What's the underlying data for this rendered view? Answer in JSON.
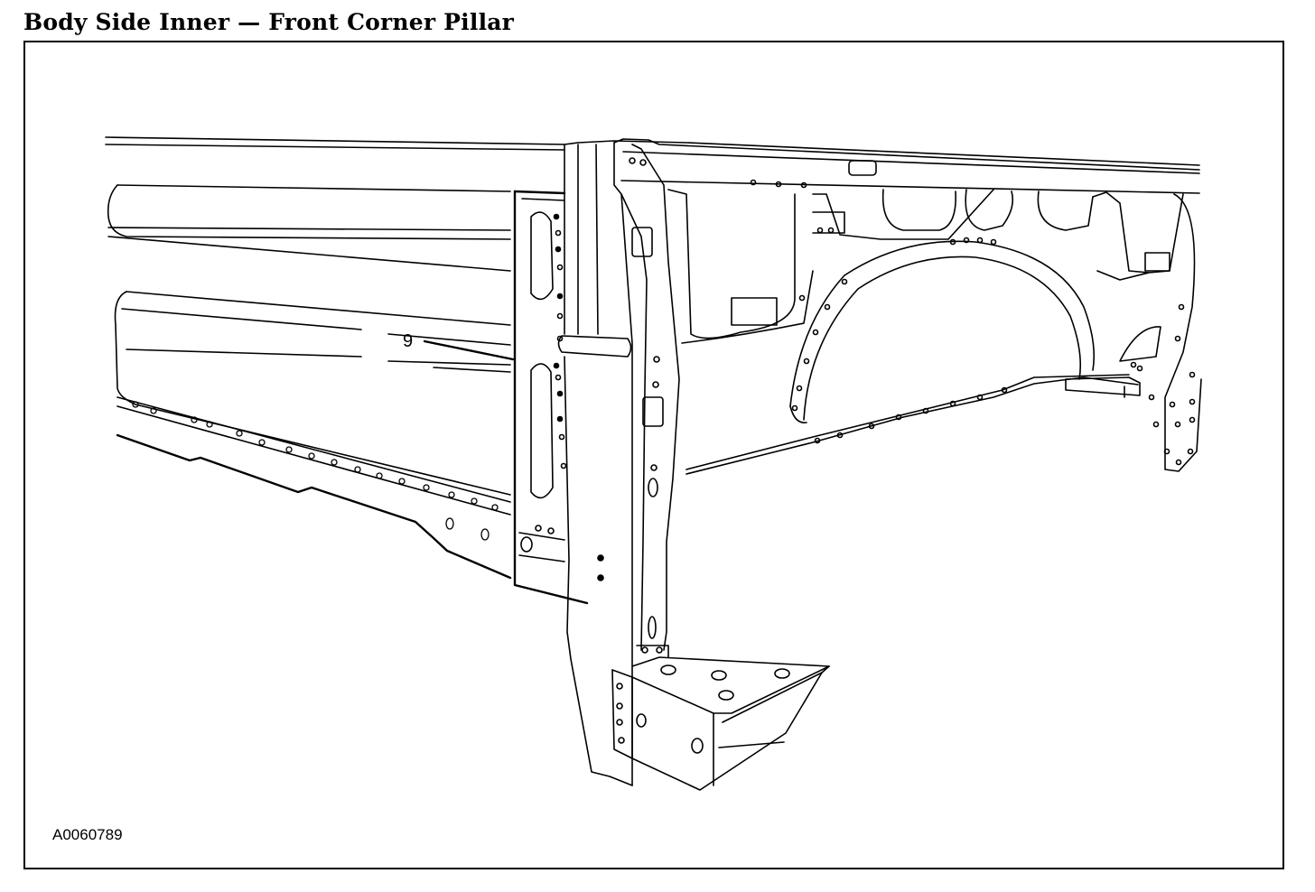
{
  "figure": {
    "title": "Body Side Inner — Front Corner Pillar",
    "figure_id": "A0060789",
    "callouts": [
      {
        "label": "9"
      }
    ]
  },
  "icons": [
    "technical-line-drawing"
  ]
}
